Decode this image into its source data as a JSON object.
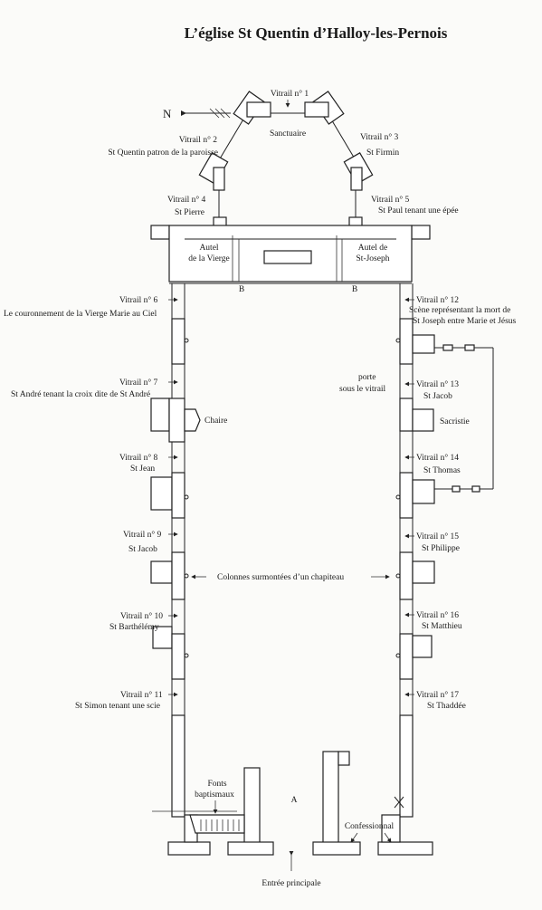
{
  "title": "L’église St Quentin d’Halloy-les-Pernois",
  "north": "N",
  "sanctuary": "Sanctuaire",
  "windows": {
    "w1": {
      "num": "Vitrail n° 1"
    },
    "w2": {
      "num": "Vitrail n° 2",
      "saint": "St Quentin patron de la paroisse"
    },
    "w3": {
      "num": "Vitrail n° 3",
      "saint": "St Firmin"
    },
    "w4": {
      "num": "Vitrail n° 4",
      "saint": "St Pierre"
    },
    "w5": {
      "num": "Vitrail n° 5",
      "saint": "St Paul tenant une épée"
    },
    "w6": {
      "num": "Vitrail n° 6",
      "saint": "Le couronnement de la Vierge Marie au Ciel"
    },
    "w7": {
      "num": "Vitrail n° 7",
      "saint": "St André tenant la croix dite de St André"
    },
    "w8": {
      "num": "Vitrail n° 8",
      "saint": "St Jean"
    },
    "w9": {
      "num": "Vitrail n° 9",
      "saint": "St Jacob"
    },
    "w10": {
      "num": "Vitrail n° 10",
      "saint": "St Barthélémy"
    },
    "w11": {
      "num": "Vitrail n° 11",
      "saint": "St Simon tenant une scie"
    },
    "w12": {
      "num": "Vitrail n° 12",
      "saint1": "Scène représentant la mort de",
      "saint2": "St Joseph entre Marie et Jésus"
    },
    "w13": {
      "num": "Vitrail n° 13",
      "saint": "St Jacob"
    },
    "w14": {
      "num": "Vitrail n° 14",
      "saint": "St Thomas"
    },
    "w15": {
      "num": "Vitrail n° 15",
      "saint": "St Philippe"
    },
    "w16": {
      "num": "Vitrail n° 16",
      "saint": "St Matthieu"
    },
    "w17": {
      "num": "Vitrail n° 17",
      "saint": "St Thaddée"
    }
  },
  "altars": {
    "left1": "Autel",
    "left2": "de la Vierge",
    "right1": "Autel de",
    "right2": "St-Joseph",
    "marker_b": "B"
  },
  "door": {
    "line1": "porte",
    "line2": "sous le vitrail"
  },
  "pulpit": "Chaire",
  "sacristy": "Sacristie",
  "columns": "Colonnes surmontées d’un chapiteau",
  "fonts": {
    "line1": "Fonts",
    "line2": "baptismaux"
  },
  "marker_a": "A",
  "confessional": "Confessionnal",
  "entrance": "Entrée principale"
}
